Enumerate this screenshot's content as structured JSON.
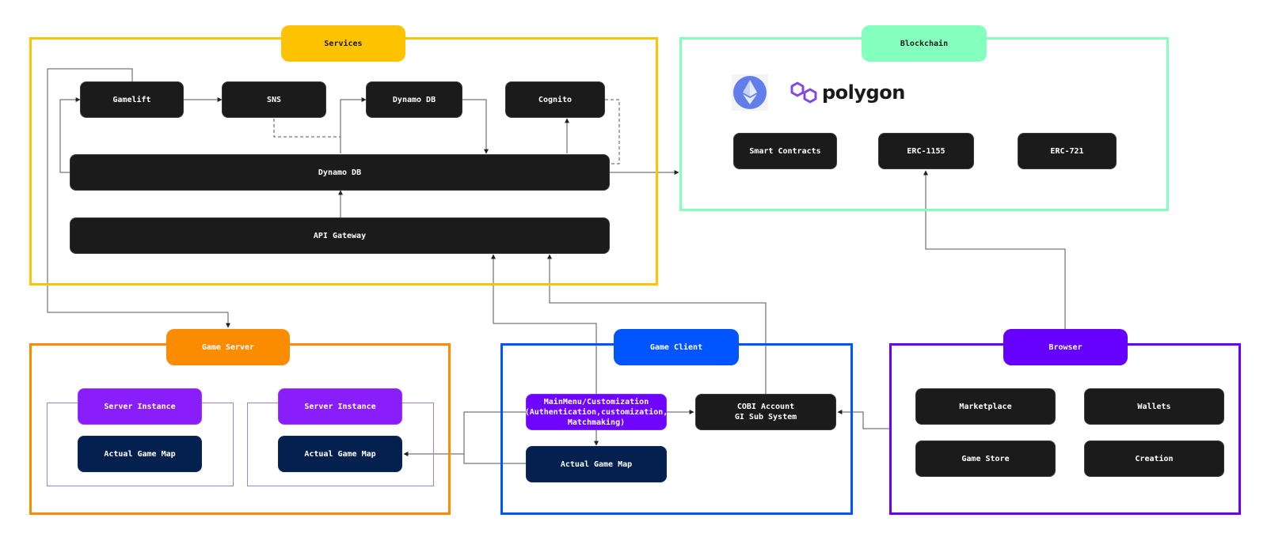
{
  "groups": {
    "services": {
      "title": "Services",
      "color": "#fdc300"
    },
    "blockchain": {
      "title": "Blockchain",
      "color": "#85ffbd"
    },
    "game_server": {
      "title": "Game Server",
      "color": "#fb8c00"
    },
    "game_client": {
      "title": "Game Client",
      "color": "#0055ff"
    },
    "browser": {
      "title": "Browser",
      "color": "#6600ff"
    }
  },
  "services": {
    "gamelift": "Gamelift",
    "sns": "SNS",
    "dynamo_db_top": "Dynamo DB",
    "cognito": "Cognito",
    "dynamo_db_main": "Dynamo DB",
    "api_gateway": "API Gateway"
  },
  "blockchain": {
    "logos": [
      "ethereum-logo",
      "polygon-logo"
    ],
    "polygon_label": "polygon",
    "smart_contracts": "Smart Contracts",
    "erc1155": "ERC-1155",
    "erc721": "ERC-721"
  },
  "game_server": {
    "instances": [
      {
        "title": "Server Instance",
        "map": "Actual Game Map"
      },
      {
        "title": "Server Instance",
        "map": "Actual Game Map"
      }
    ]
  },
  "game_client": {
    "main_menu": "MainMenu/Customization\n(Authentication,customization,\nMatchmaking)",
    "main_menu_lines": [
      "MainMenu/Customization",
      "(Authentication,customization,",
      "Matchmaking)"
    ],
    "cobi_lines": [
      "COBI Account",
      "GI Sub System"
    ],
    "actual_game_map": "Actual Game Map"
  },
  "browser": {
    "marketplace": "Marketplace",
    "wallets": "Wallets",
    "game_store": "Game Store",
    "creation": "Creation"
  },
  "colors": {
    "node_dark": "#1b1b1b",
    "node_navy": "#03204f",
    "node_purple": "#6f04ff",
    "node_violet": "#8a1efa",
    "ethereum": "#627eea",
    "polygon": "#8247e5"
  }
}
